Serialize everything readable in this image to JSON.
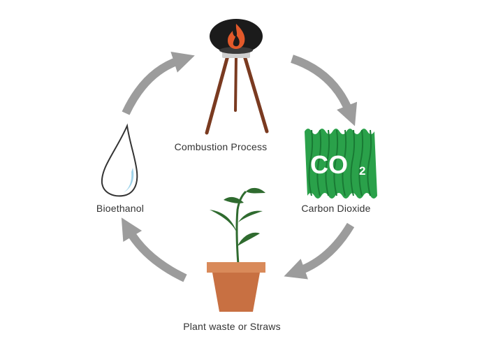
{
  "nodes": {
    "combustion": "Combustion Process",
    "co2": "Carbon Dioxide",
    "co2_symbol": "CO",
    "co2_subscript": "2",
    "plant": "Plant waste or Straws",
    "bioethanol": "Bioethanol"
  },
  "icons": {
    "combustion": "fire-pit-tripod-icon",
    "co2": "co2-cloud-icon",
    "plant": "potted-plant-icon",
    "bioethanol": "water-drop-icon"
  },
  "colors": {
    "arrow": "#9c9c9c",
    "fire_dark": "#1b1b1b",
    "flame": "#e2592a",
    "tripod": "#7a3a20",
    "co2_green": "#2aa14a",
    "co2_dark": "#197a34",
    "pot": "#c87042",
    "pot_rim": "#d98a5a",
    "leaf": "#2f6b2f",
    "drop_outline": "#333333",
    "drop_fill": "#9fd3ea",
    "label": "#333333"
  }
}
